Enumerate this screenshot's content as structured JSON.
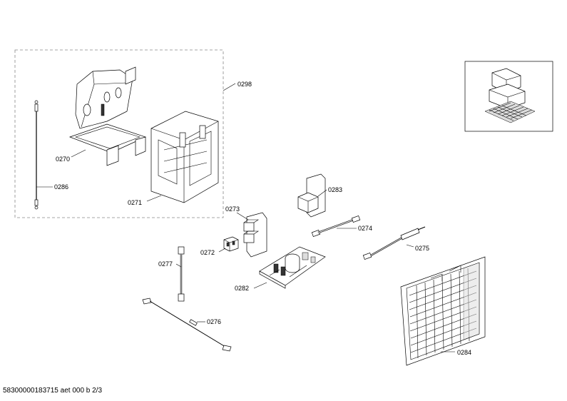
{
  "labels": {
    "p0298": "0298",
    "p0270": "0270",
    "p0286": "0286",
    "p0271": "0271",
    "p0273": "0273",
    "p0272": "0272",
    "p0283": "0283",
    "p0274": "0274",
    "p0275": "0275",
    "p0277": "0277",
    "p0282": "0282",
    "p0276": "0276",
    "p0284": "0284"
  },
  "footer": "58300000183715 aet 000 b 2/3"
}
